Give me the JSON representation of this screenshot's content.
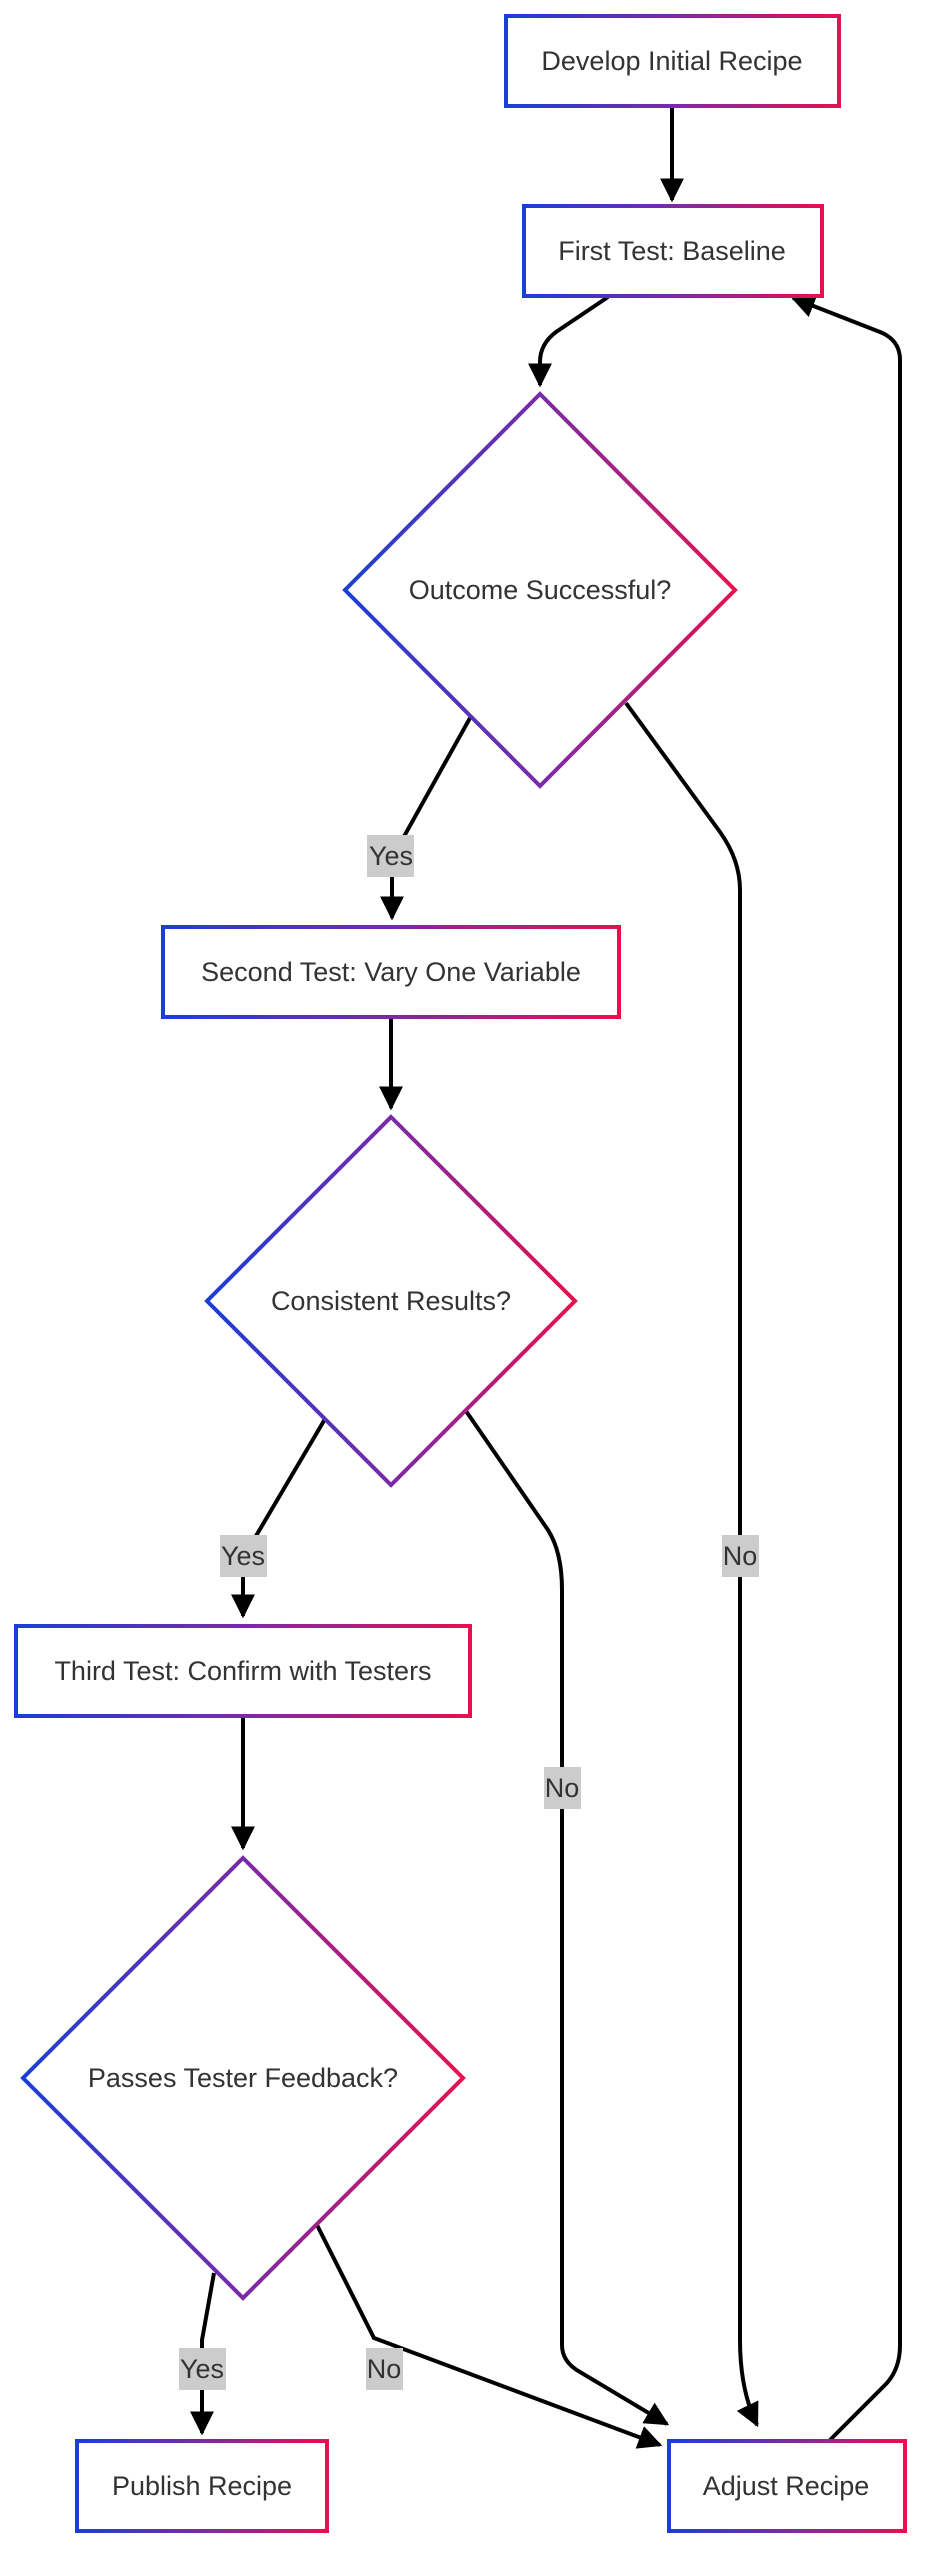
{
  "nodes": {
    "develop": {
      "label": "Develop Initial Recipe"
    },
    "first_test": {
      "label": "First Test: Baseline"
    },
    "outcome": {
      "label": "Outcome Successful?"
    },
    "second_test": {
      "label": "Second Test: Vary One Variable"
    },
    "consistent": {
      "label": "Consistent Results?"
    },
    "third_test": {
      "label": "Third Test: Confirm with Testers"
    },
    "passes": {
      "label": "Passes Tester Feedback?"
    },
    "publish": {
      "label": "Publish Recipe"
    },
    "adjust": {
      "label": "Adjust Recipe"
    }
  },
  "edges": {
    "outcome_yes": {
      "label": "Yes"
    },
    "outcome_no": {
      "label": "No"
    },
    "consistent_yes": {
      "label": "Yes"
    },
    "consistent_no": {
      "label": "No"
    },
    "passes_yes": {
      "label": "Yes"
    },
    "passes_no": {
      "label": "No"
    }
  },
  "colors": {
    "gradient_start": "#1a3fd6",
    "gradient_mid": "#7a2aa8",
    "gradient_end": "#e6104f",
    "edge": "#000000",
    "edge_label_bg": "#cccccc",
    "text": "#333333"
  }
}
